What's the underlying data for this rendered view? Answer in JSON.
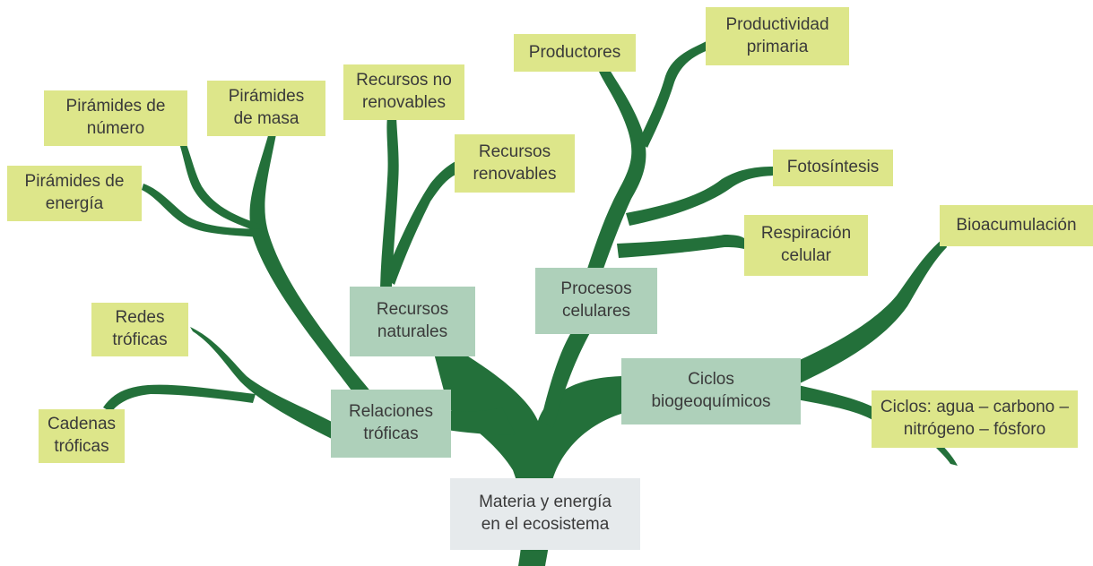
{
  "colors": {
    "branch": "#23703a",
    "leaf_box": "#dde68a",
    "group_box": "#aed0ba",
    "root_box": "#e6eaec",
    "text": "#3a3a3a"
  },
  "root": {
    "line1": "Materia y energía",
    "line2": "en el ecosistema"
  },
  "groups": {
    "relaciones": {
      "line1": "Relaciones",
      "line2": "tróficas"
    },
    "recursos": {
      "line1": "Recursos",
      "line2": "naturales"
    },
    "procesos": {
      "line1": "Procesos",
      "line2": "celulares"
    },
    "ciclos": {
      "line1": "Ciclos",
      "line2": "biogeoquímicos"
    }
  },
  "leaves": {
    "cadenas": {
      "line1": "Cadenas",
      "line2": "tróficas"
    },
    "redes": {
      "line1": "Redes",
      "line2": "tróficas"
    },
    "piramides_energia": {
      "line1": "Pirámides de",
      "line2": "energía"
    },
    "piramides_numero": {
      "line1": "Pirámides de",
      "line2": "número"
    },
    "piramides_masa": {
      "line1": "Pirámides",
      "line2": "de masa"
    },
    "recursos_no_renovables": {
      "line1": "Recursos no",
      "line2": "renovables"
    },
    "recursos_renovables": {
      "line1": "Recursos",
      "line2": "renovables"
    },
    "productores": {
      "line1": "Productores"
    },
    "productividad_primaria": {
      "line1": "Productividad",
      "line2": "primaria"
    },
    "fotosintesis": {
      "line1": "Fotosíntesis"
    },
    "respiracion_celular": {
      "line1": "Respiración",
      "line2": "celular"
    },
    "bioacumulacion": {
      "line1": "Bioacumulación"
    },
    "ciclos_elementos": {
      "line1": "Ciclos: agua – carbono –",
      "line2": "nitrógeno – fósforo"
    }
  }
}
